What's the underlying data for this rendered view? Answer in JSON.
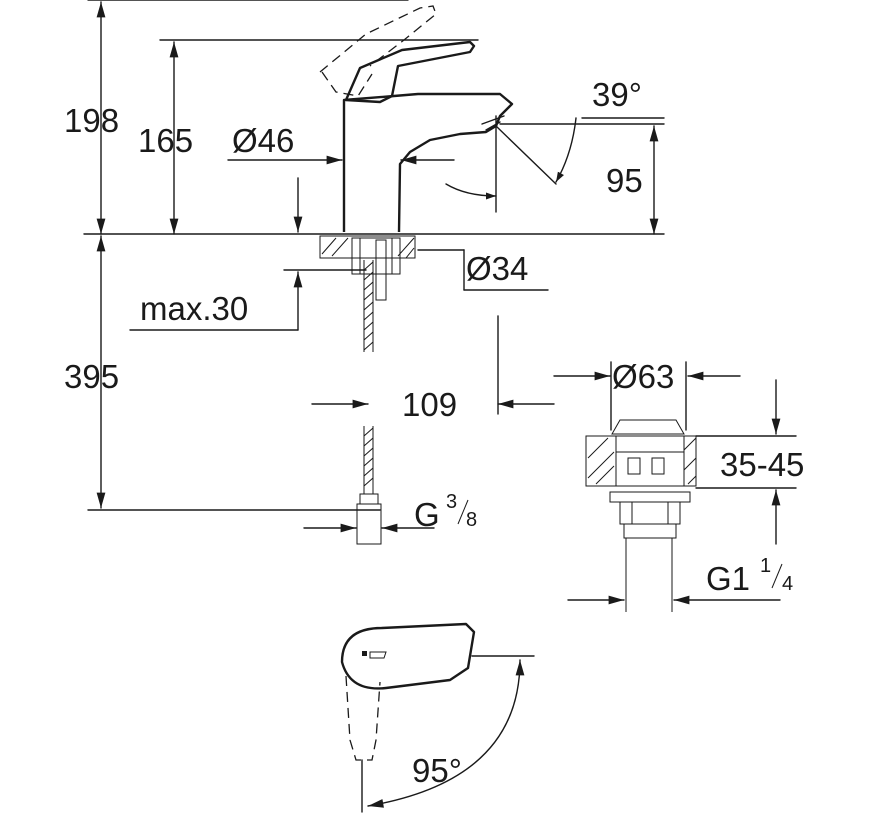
{
  "dimensions": {
    "total_height": "198",
    "spout_height": "165",
    "body_diameter": "Ø46",
    "spout_angle": "39°",
    "spout_outlet_height": "95",
    "mounting_hole": "Ø34",
    "deck_thickness": "max.30",
    "hose_length": "395",
    "spout_reach": "109",
    "hose_connection": "G",
    "hose_connection_sup": "3",
    "hose_connection_sub": "8",
    "waste_diameter": "Ø63",
    "waste_range": "35-45",
    "waste_thread": "G1",
    "waste_thread_sup": "1",
    "waste_thread_sub": "4",
    "lever_rotation": "95°"
  }
}
